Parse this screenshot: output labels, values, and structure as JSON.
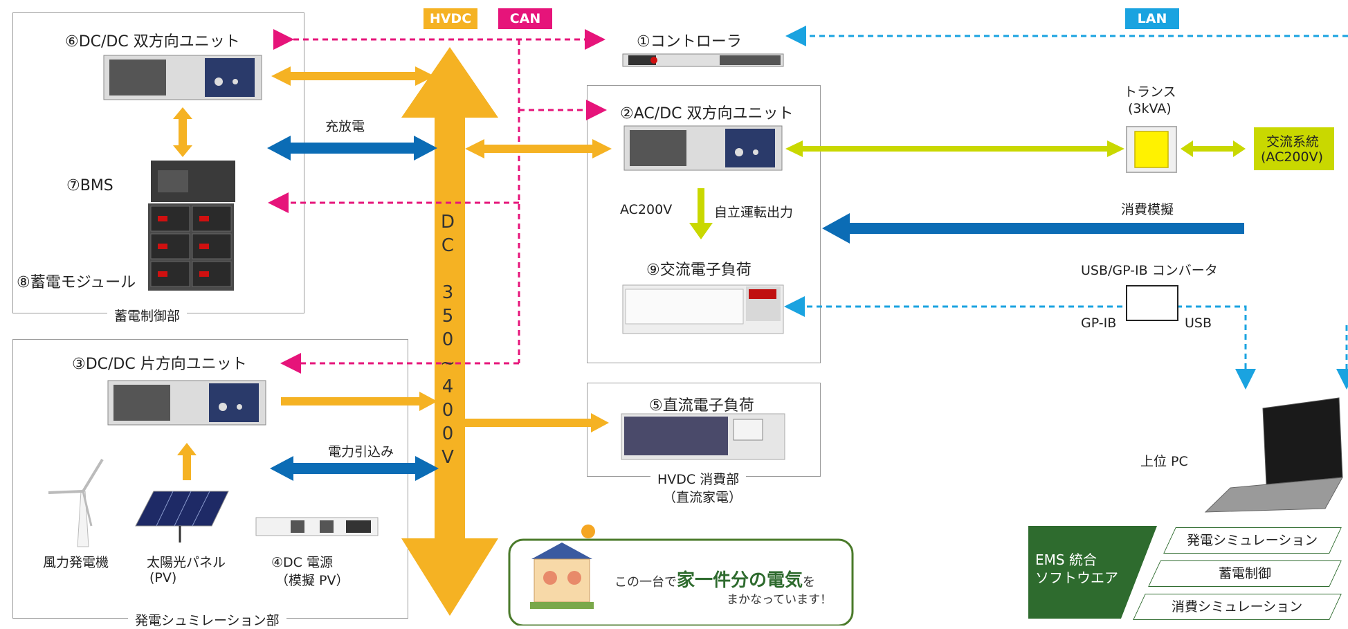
{
  "tags": {
    "hvdc": "HVDC",
    "can": "CAN",
    "lan": "LAN"
  },
  "colors": {
    "hvdc": "#f5b223",
    "can": "#e6147a",
    "lan": "#1aa3e0",
    "ac": "#c9d800",
    "blue": "#0b6cb5",
    "green": "#2e6b2e"
  },
  "units": {
    "u1": "①コントローラ",
    "u2": "②AC/DC 双方向ユニット",
    "u3": "③DC/DC 片方向ユニット",
    "u4_line1": "④DC 電源",
    "u4_line2": "（模擬 PV）",
    "u5": "⑤直流電子負荷",
    "u6": "⑥DC/DC 双方向ユニット",
    "u7": "⑦BMS",
    "u8": "⑧蓄電モジュール",
    "u9": "⑨交流電子負荷"
  },
  "sections": {
    "storage": "蓄電制御部",
    "generation": "発電シュミレーション部",
    "hvdc_line1": "HVDC 消費部",
    "hvdc_line2": "（直流家電）"
  },
  "labels": {
    "charge": "充放電",
    "power_in": "電力引込み",
    "dc_bus": "DC 350~400V",
    "ac200v": "AC200V",
    "self_run": "自立運転出力",
    "transformer_line1": "トランス",
    "transformer_line2": "(3kVA)",
    "grid_line1": "交流系統",
    "grid_line2": "(AC200V)",
    "consumption": "消費模擬",
    "converter": "USB/GP-IB コンバータ",
    "gpib": "GP-IB",
    "usb": "USB",
    "host_pc": "上位 PC",
    "wind": "風力発電機",
    "solar_line1": "太陽光パネル",
    "solar_line2": "(PV)"
  },
  "house": {
    "prefix": "この一台で",
    "emph1": "家一件分",
    "mid": "の",
    "emph2": "電気",
    "suffix": "を",
    "line2": "まかなっています！"
  },
  "ems": {
    "title_line1": "EMS 統合",
    "title_line2": "ソフトウエア",
    "items": [
      "発電シミュレーション",
      "蓄電制御",
      "消費シミュレーション"
    ]
  }
}
